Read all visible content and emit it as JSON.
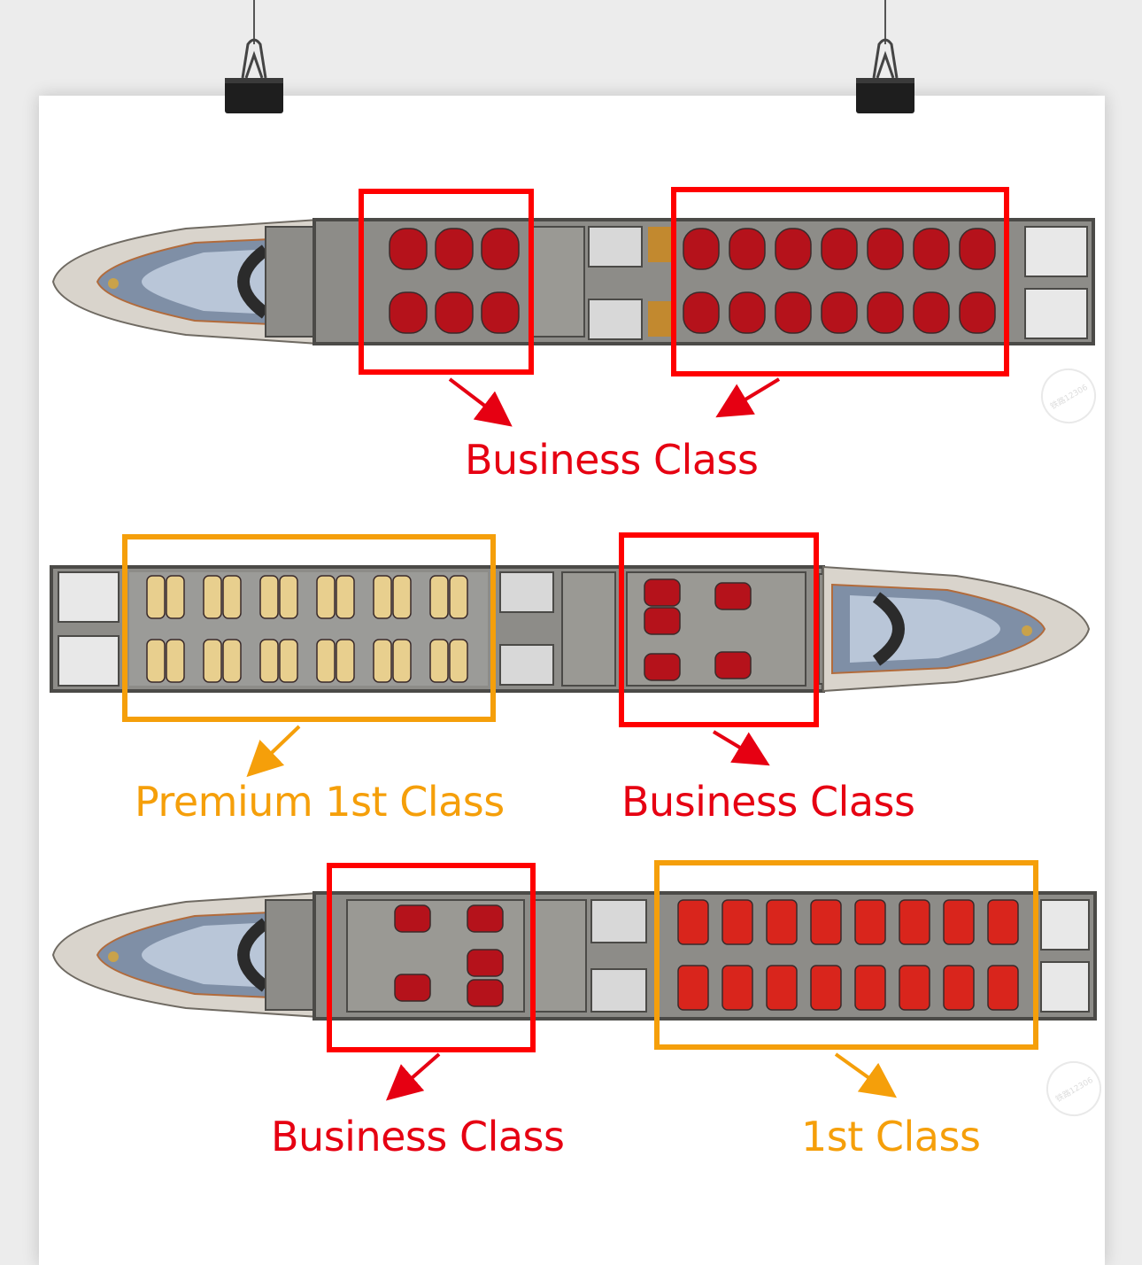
{
  "labels": {
    "row1_business": "Business Class",
    "row2_premium_first": "Premium 1st Class",
    "row2_business": "Business Class",
    "row3_business": "Business Class",
    "row3_first": "1st Class"
  },
  "watermark": "铁路12306",
  "colors": {
    "business_highlight": "#ff0000",
    "first_highlight": "#f59f0a",
    "business_seat": "#b5121b",
    "first_seat": "#d9251c",
    "premium_seat": "#e8cf8e",
    "car_floor": "#8d8c88",
    "car_wall": "#4b4a47"
  },
  "icons": [
    "binder-clip-icon",
    "arrow-icon",
    "seat-icon",
    "toilet-icon",
    "door-icon"
  ]
}
